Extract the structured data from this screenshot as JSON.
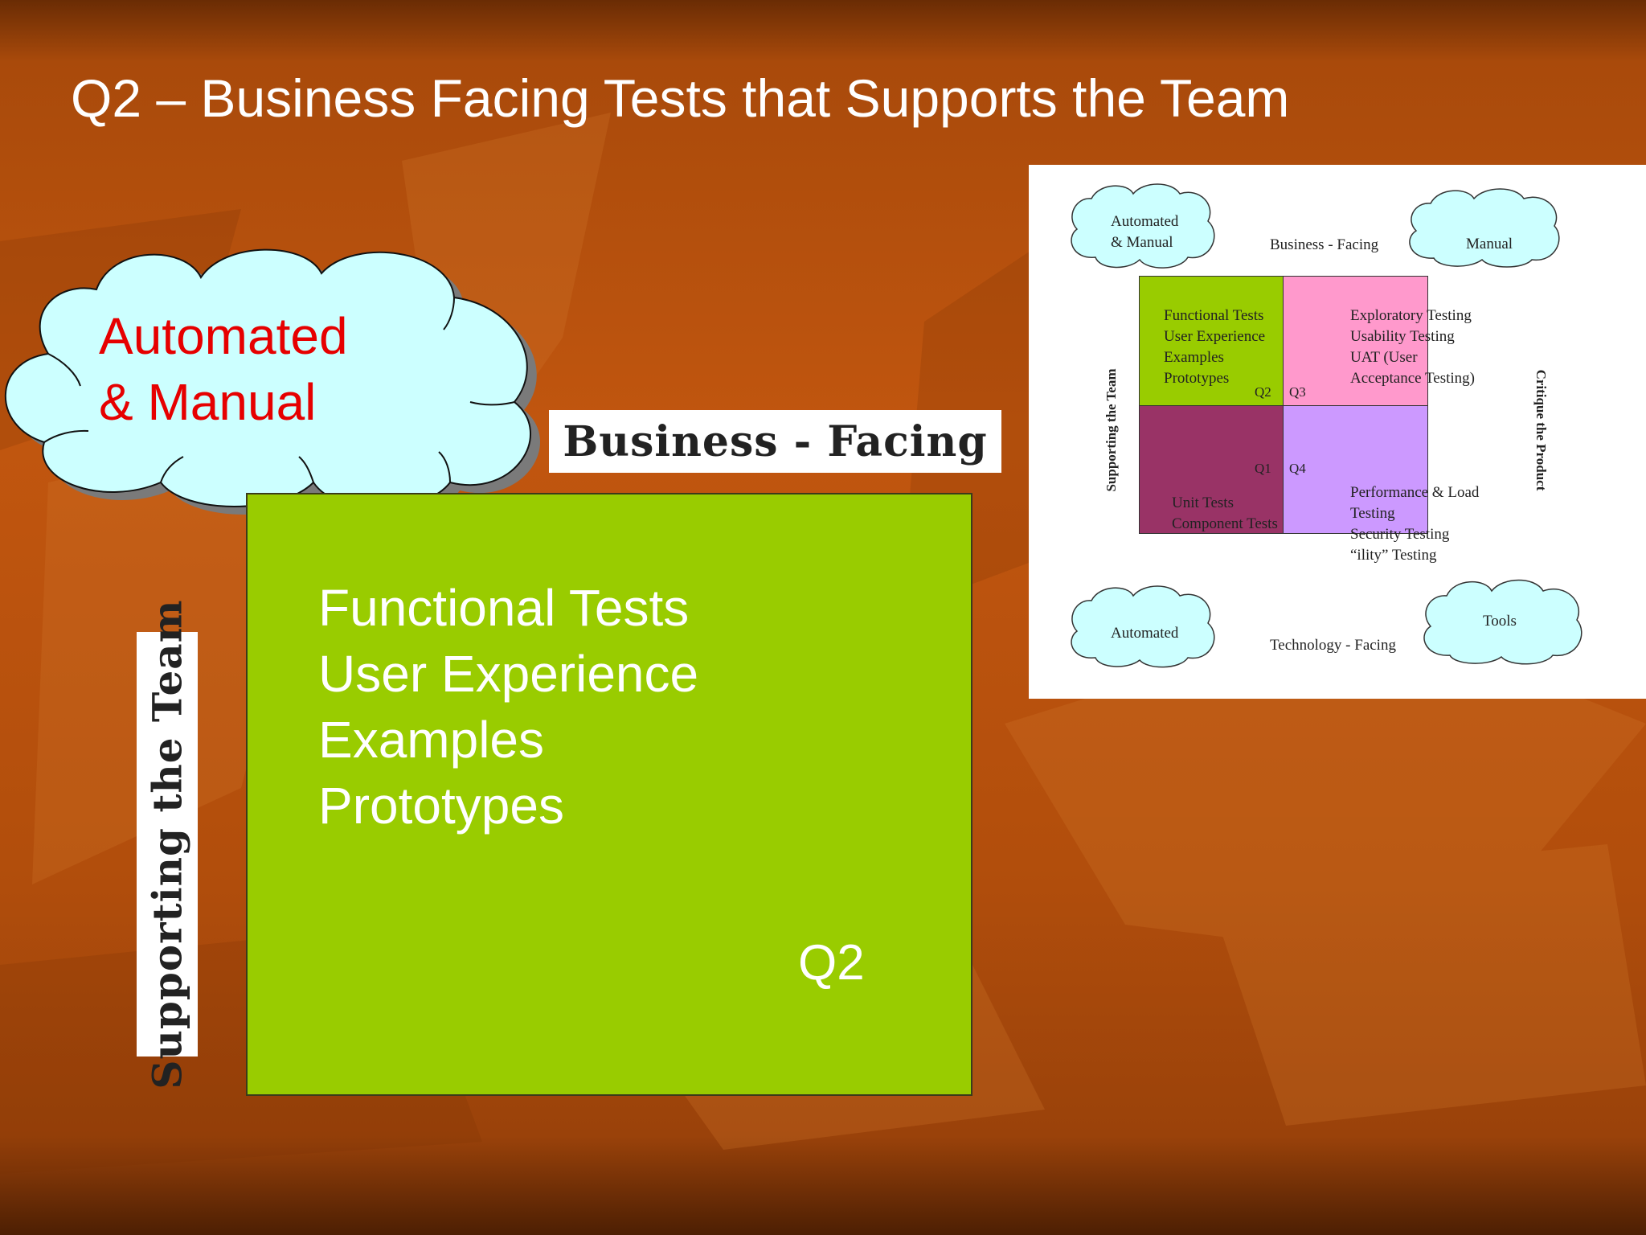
{
  "slide": {
    "title": "Q2 – Business Facing Tests that Supports the Team",
    "cloud_label": [
      "Automated",
      "& Manual"
    ],
    "top_axis_label": "Business - Facing",
    "side_axis_label": "Supporting the Team",
    "quadrant": {
      "items": [
        "Functional Tests",
        "User Experience",
        "Examples",
        "Prototypes"
      ],
      "tag": "Q2"
    }
  },
  "diagram": {
    "clouds": {
      "top_left": [
        "Automated",
        "& Manual"
      ],
      "top_right": "Manual",
      "bottom_left": "Automated",
      "bottom_right": "Tools"
    },
    "axes": {
      "top": "Business - Facing",
      "bottom": "Technology - Facing",
      "left": "Supporting the Team",
      "right": "Critique the Product"
    },
    "quadrants": {
      "q2": {
        "tag": "Q2",
        "lines": [
          "Functional Tests",
          "User Experience",
          "Examples",
          "Prototypes"
        ]
      },
      "q3": {
        "tag": "Q3",
        "lines": [
          "Exploratory Testing",
          "Usability Testing",
          "UAT (User",
          "Acceptance Testing)"
        ]
      },
      "q1": {
        "tag": "Q1",
        "lines": [
          "Unit Tests",
          "Component Tests"
        ]
      },
      "q4": {
        "tag": "Q4",
        "lines": [
          "Performance & Load",
          "Testing",
          "Security Testing",
          "“ility” Testing"
        ]
      }
    }
  },
  "colors": {
    "background": "#b84f0c",
    "q2_green": "#99cc00",
    "q3_pink": "#ff99cc",
    "q1_purple": "#993366",
    "q4_lilac": "#cc99ff",
    "cloud_fill": "#ccffff",
    "cloud_text": "#e60000"
  }
}
